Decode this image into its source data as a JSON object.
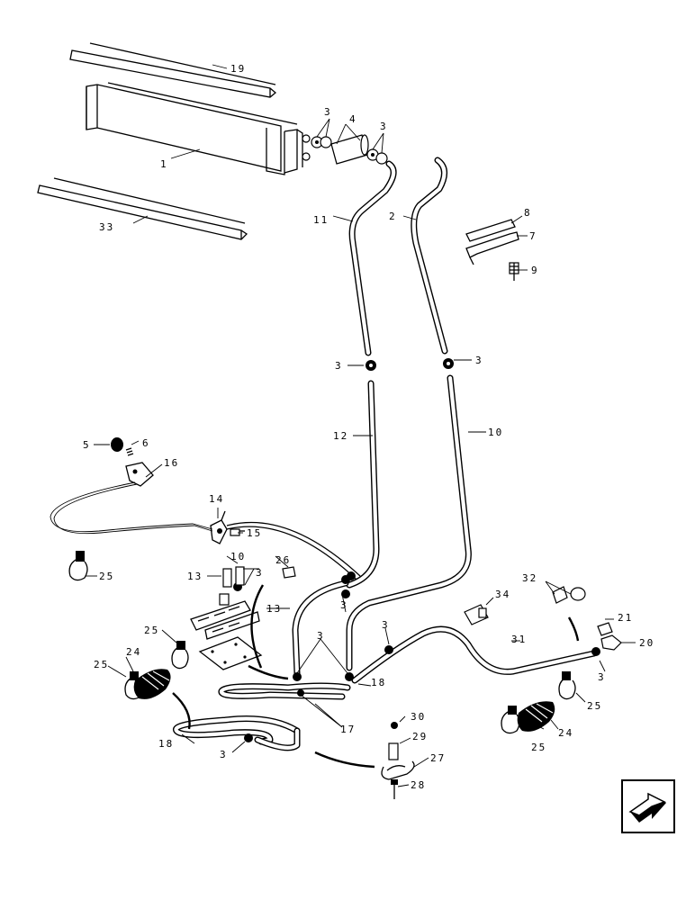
{
  "callouts": {
    "c1": "1",
    "c2": "2",
    "c3": "3",
    "c4": "4",
    "c5": "5",
    "c6": "6",
    "c7": "7",
    "c8": "8",
    "c9": "9",
    "c10": "10",
    "c11": "11",
    "c12": "12",
    "c13": "13",
    "c14": "14",
    "c15": "15",
    "c16": "16",
    "c17": "17",
    "c18": "18",
    "c19": "19",
    "c20": "20",
    "c21": "21",
    "c24": "24",
    "c25": "25",
    "c26": "26",
    "c27": "27",
    "c28": "28",
    "c29": "29",
    "c30": "30",
    "c31": "31",
    "c32": "32",
    "c33": "33",
    "c34": "34"
  },
  "nav": {
    "icon": "next-page-arrow-icon"
  }
}
